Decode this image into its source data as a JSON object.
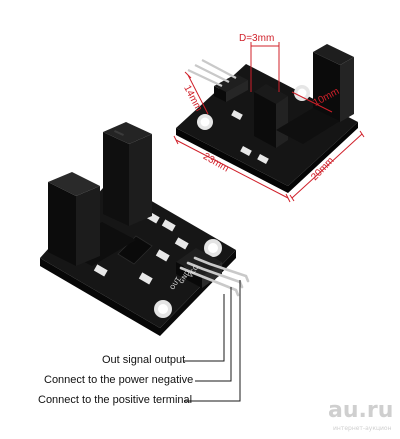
{
  "dimensions": {
    "slot_width": "D=3mm",
    "pin_pitch": "14mm",
    "slot_depth": "10mm",
    "board_length": "23mm",
    "board_width": "20mm"
  },
  "pin_silkscreen": [
    "OUT",
    "GND",
    "VCC"
  ],
  "connections": [
    "Out signal output",
    "Connect to the power negative",
    "Connect to the positive terminal"
  ],
  "watermark": {
    "logo": "au.ru",
    "tagline": "интернет-аукцион"
  },
  "colors": {
    "pcb": "#151515",
    "sensor": "#0d0d0d",
    "dimension_lines": "#d0202a",
    "pins": "#c9c9c9"
  }
}
